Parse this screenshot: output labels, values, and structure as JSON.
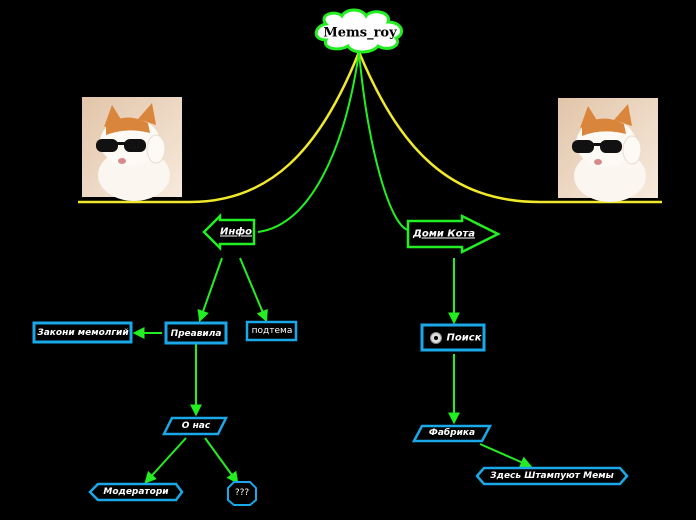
{
  "nodes": {
    "root": "Mems_roy",
    "info": "Инфо",
    "domi_kota": "Доми Кота",
    "pravila": "Преавила",
    "podtema": "подтема",
    "zakoni": "Закони мемолгий",
    "o_nas": "О нас",
    "moderatori": "Модератори",
    "question": "???",
    "poisk": "Поиск",
    "fabrika": "Фабрика",
    "zdes": "Здесь Штампуют Мемы"
  },
  "images": {
    "left": "cat-with-sunglasses",
    "right": "cat-with-sunglasses"
  },
  "colors": {
    "background": "#000000",
    "green_connector": "#22ee22",
    "yellow_connector": "#f0e82a",
    "blue_border": "#1aa8e8",
    "root_fill": "#ffffff"
  }
}
